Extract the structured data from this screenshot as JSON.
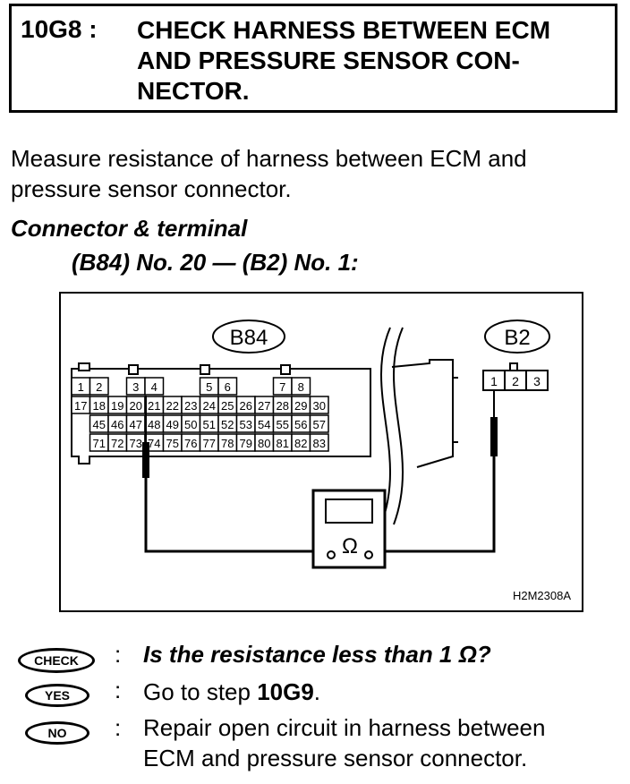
{
  "step": {
    "id": "10G8 :",
    "title": "CHECK HARNESS BETWEEN ECM\nAND PRESSURE SENSOR CON-\nNECTOR."
  },
  "instruction": "Measure resistance of harness between ECM and\npressure sensor connector.",
  "connector": {
    "heading": "Connector & terminal",
    "terminals": "(B84) No. 20 — (B2) No. 1:"
  },
  "diagram": {
    "ecm_connector_label": "B84",
    "sensor_connector_label": "B2",
    "meter_symbol": "Ω",
    "figure_id": "H2M2308A",
    "ecm_pins_row1": [
      "1",
      "2",
      "3",
      "4",
      "5",
      "6",
      "7",
      "8"
    ],
    "ecm_pins_row2": [
      "17",
      "18",
      "19",
      "20",
      "21",
      "22",
      "23",
      "24",
      "25",
      "26",
      "27",
      "28",
      "29",
      "30"
    ],
    "ecm_pins_row3": [
      "45",
      "46",
      "47",
      "48",
      "49",
      "50",
      "51",
      "52",
      "53",
      "54",
      "55",
      "56",
      "57"
    ],
    "ecm_pins_row4": [
      "71",
      "72",
      "73",
      "74",
      "75",
      "76",
      "77",
      "78",
      "79",
      "80",
      "81",
      "82",
      "83"
    ],
    "sensor_pins": [
      "1",
      "2",
      "3"
    ]
  },
  "results": {
    "check": {
      "badge": "CHECK",
      "text": "Is the resistance less than 1 Ω?"
    },
    "yes": {
      "badge": "YES",
      "text_prefix": "Go to step ",
      "text_step": "10G9",
      "text_suffix": "."
    },
    "no": {
      "badge": "NO",
      "text": "Repair open circuit in harness between\nECM and pressure sensor connector."
    }
  }
}
